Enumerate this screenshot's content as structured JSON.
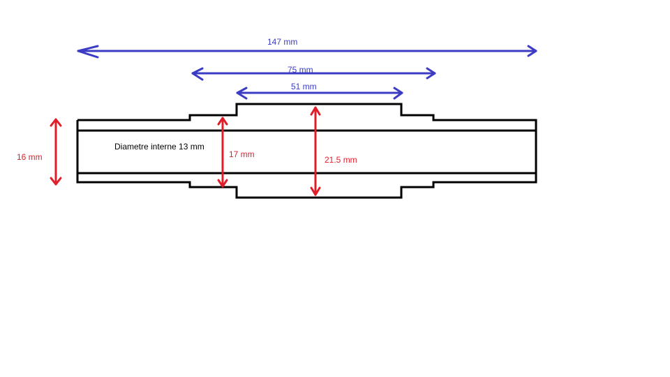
{
  "colors": {
    "outline": "#000000",
    "horizontal_dimensions": "#3b3bc4",
    "vertical_dimensions": "#e01e2a",
    "text_dark": "#000000"
  },
  "dimensions": {
    "overall_length": "147 mm",
    "middle_length": "75 mm",
    "center_length": "51 mm",
    "end_height": "16 mm",
    "step_height": "17 mm",
    "center_height": "21.5 mm"
  },
  "note": "Diametre interne 13 mm"
}
